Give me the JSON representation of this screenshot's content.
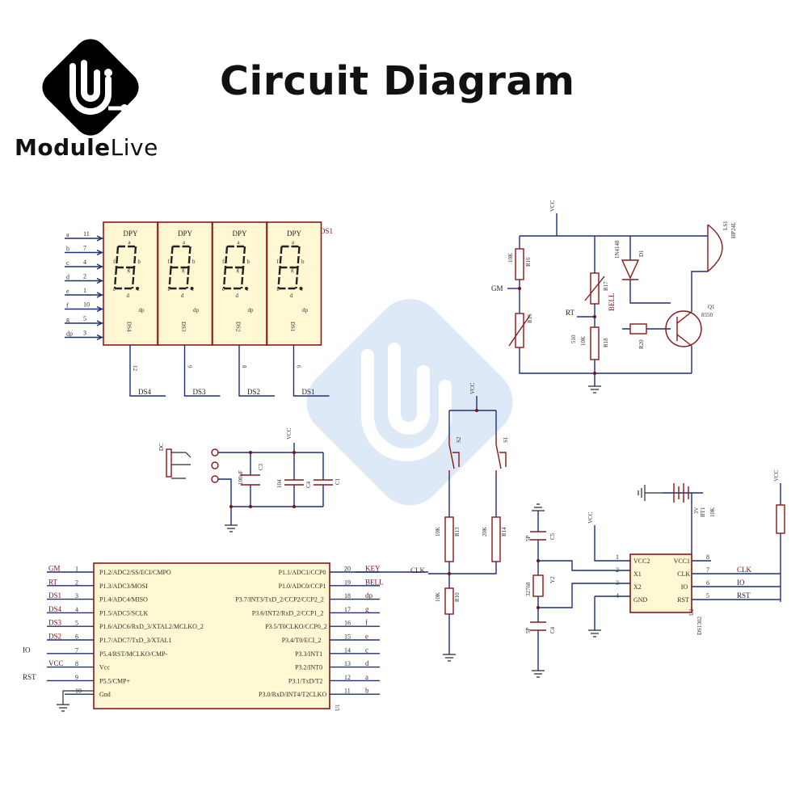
{
  "header": {
    "brand_a": "Module",
    "brand_b": "Live",
    "title": "Circuit Diagram"
  },
  "display": {
    "ref": "DS1",
    "segment_pins": [
      {
        "seg": "a",
        "pin": "11"
      },
      {
        "seg": "b",
        "pin": "7"
      },
      {
        "seg": "c",
        "pin": "4"
      },
      {
        "seg": "d",
        "pin": "2"
      },
      {
        "seg": "e",
        "pin": "1"
      },
      {
        "seg": "f",
        "pin": "10"
      },
      {
        "seg": "g",
        "pin": "5"
      },
      {
        "seg": "dp",
        "pin": "3"
      }
    ],
    "digits": [
      {
        "label": "DPY",
        "name": "DS4",
        "pin": "12",
        "net": "DS4"
      },
      {
        "label": "DPY",
        "name": "DS3",
        "pin": "9",
        "net": "DS3"
      },
      {
        "label": "DPY",
        "name": "DS2",
        "pin": "8",
        "net": "DS2"
      },
      {
        "label": "DPY",
        "name": "DS1",
        "pin": "6",
        "net": "DS1"
      }
    ]
  },
  "sensor": {
    "vcc": "VCC",
    "gm": "GM",
    "rt": "RT",
    "r16": "R16",
    "r16_val": "10K",
    "r15": "R15",
    "r17": "R17",
    "r18": "R18",
    "r18_val": "10K",
    "r18_top": "510",
    "d1": "D1",
    "d1_part": "1N4148",
    "bell": "BELL",
    "r20": "R20",
    "q1": "Q1",
    "q1_part": "8550",
    "ls1": "LS1",
    "ls1_part": "HP24L"
  },
  "power": {
    "jack": "DC",
    "vcc": "VCC",
    "c3": "C3",
    "c3_val": "100uF",
    "c4": "C4",
    "c4_val": "104",
    "c1": "C1"
  },
  "keys": {
    "vcc": "VCC",
    "s2": "S2",
    "s1": "S1",
    "r13": "R13",
    "r13_val": "10K",
    "r14": "R14",
    "r14_val": "20K",
    "r10": "R10",
    "r10_val": "10K",
    "clk": "CLK"
  },
  "mcu": {
    "ref": "U1",
    "left_pins": [
      {
        "net": "GM",
        "num": "1",
        "name": "P1.2/ADC2/SS/ECI/CMPO"
      },
      {
        "net": "RT",
        "num": "2",
        "name": "P1.3/ADC3/MOSI"
      },
      {
        "net": "DS1",
        "num": "3",
        "name": "P1.4/ADC4/MISO"
      },
      {
        "net": "DS4",
        "num": "4",
        "name": "P1.5/ADC5/SCLK"
      },
      {
        "net": "DS3",
        "num": "5",
        "name": "P1.6/ADC6/RxD_3/XTAL2/MCLKO_2"
      },
      {
        "net": "DS2",
        "num": "6",
        "name": "P1.7/ADC7/TxD_3/XTAL1"
      },
      {
        "net": "IO",
        "num": "7",
        "name": "P5.4/RST/MCLKO/CMP-"
      },
      {
        "net": "VCC",
        "num": "8",
        "name": "Vcc"
      },
      {
        "net": "RST",
        "num": "9",
        "name": "P5.5/CMP+"
      },
      {
        "net": "",
        "num": "10",
        "name": "Gnd"
      }
    ],
    "right_pins": [
      {
        "net": "KEY",
        "num": "20",
        "name": "P1.1/ADC1/CCP0"
      },
      {
        "net": "BELL",
        "num": "19",
        "name": "P1.0/ADC0/CCP1"
      },
      {
        "net": "dp",
        "num": "18",
        "name": "P3.7/INT3/TxD_2/CCP2/CCP2_2"
      },
      {
        "net": "g",
        "num": "17",
        "name": "P3.6/INT2/RxD_2/CCP1_2"
      },
      {
        "net": "f",
        "num": "16",
        "name": "P3.5/T0CLKO/CCP0_2"
      },
      {
        "net": "e",
        "num": "15",
        "name": "P3.4/T0/ECI_2"
      },
      {
        "net": "c",
        "num": "14",
        "name": "P3.3/INT1"
      },
      {
        "net": "d",
        "num": "13",
        "name": "P3.2/INT0"
      },
      {
        "net": "a",
        "num": "12",
        "name": "P3.1/TxD/T2"
      },
      {
        "net": "b",
        "num": "11",
        "name": "P3.0/RxD/INT4/T2CLKO"
      }
    ]
  },
  "rtc": {
    "ref": "U2",
    "part": "DS1302",
    "left_pins": [
      {
        "num": "1",
        "name": "VCC2"
      },
      {
        "num": "2",
        "name": "X1"
      },
      {
        "num": "3",
        "name": "X2"
      },
      {
        "num": "4",
        "name": "GND"
      }
    ],
    "right_pins": [
      {
        "num": "8",
        "name": "VCC1",
        "net": ""
      },
      {
        "num": "7",
        "name": "CLK",
        "net": "CLK"
      },
      {
        "num": "6",
        "name": "IO",
        "net": "IO"
      },
      {
        "num": "5",
        "name": "RST",
        "net": "RST"
      }
    ],
    "vcc": "VCC",
    "bt1": "BT1",
    "bt1_val": "3V",
    "r_val": "10K",
    "c5": "C5",
    "c5_val": "5P",
    "c4": "C4",
    "c4_val": "5P",
    "y2": "Y2",
    "y2_val": "32768"
  }
}
